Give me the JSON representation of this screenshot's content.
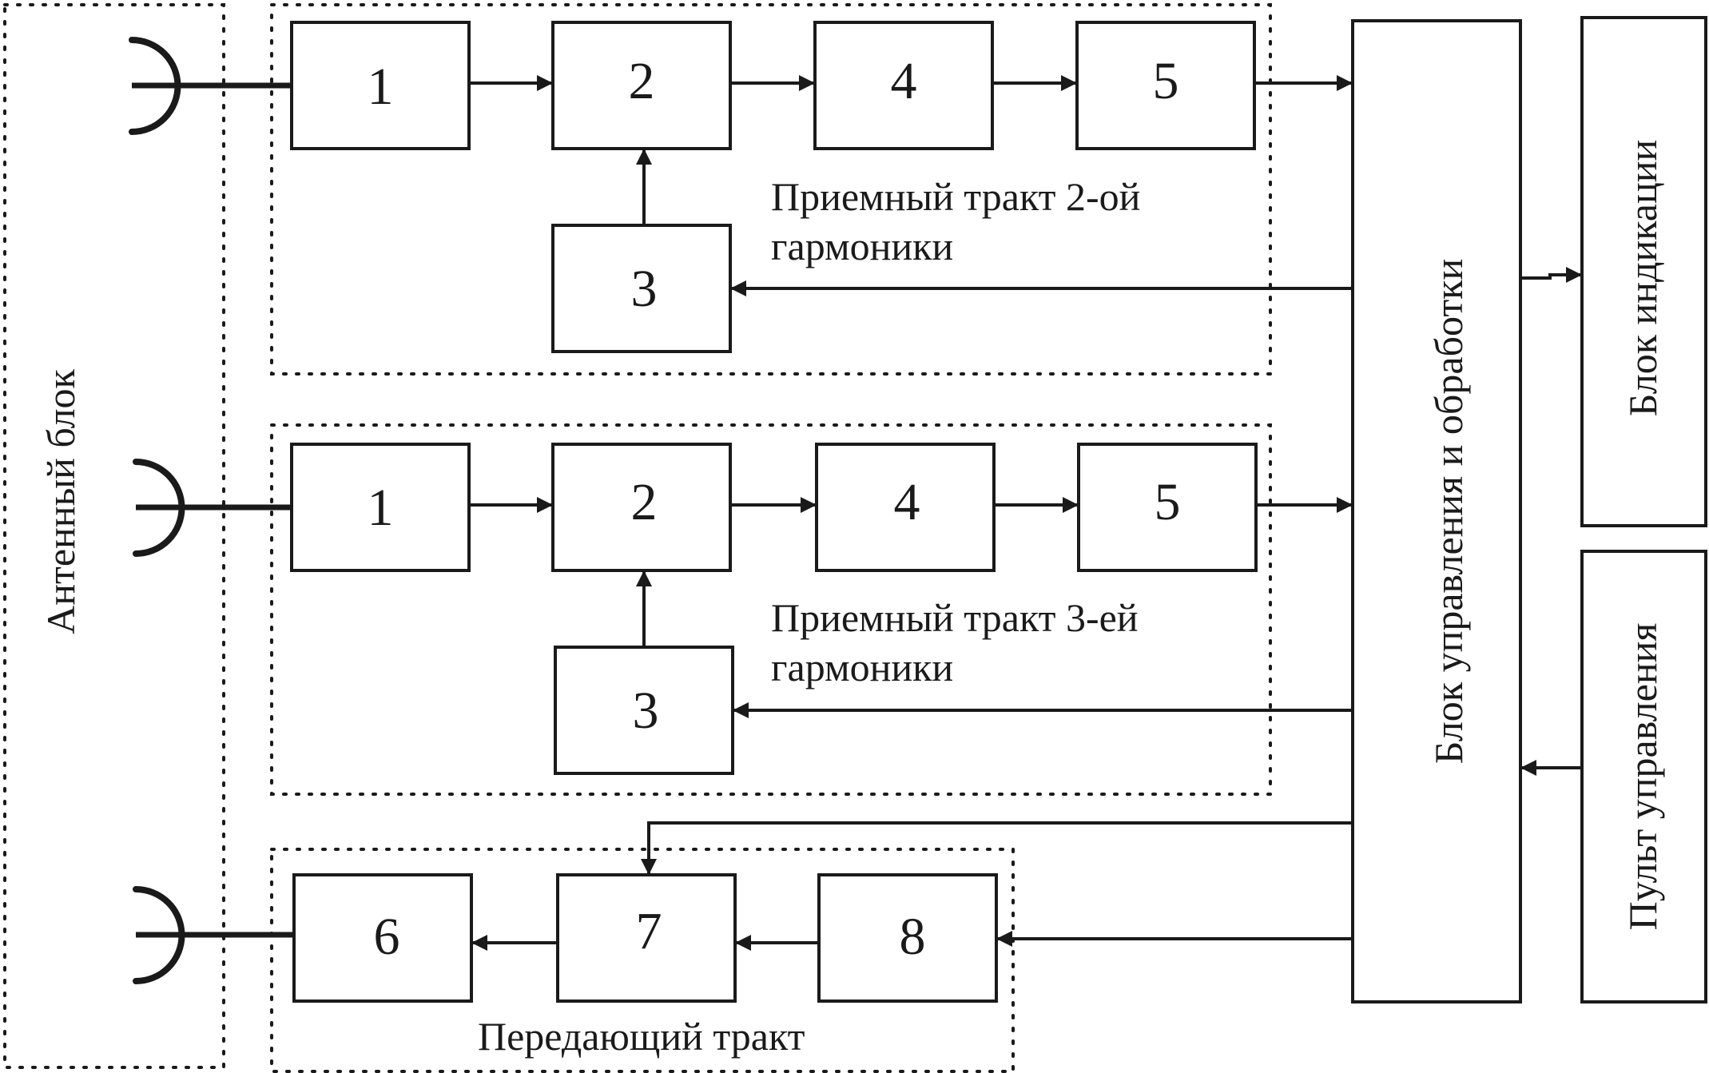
{
  "antenna_block": {
    "label": "Антенный блок"
  },
  "receive_2": {
    "label_line1": "Приемный тракт 2-ой",
    "label_line2": "гармоники",
    "blocks": [
      "1",
      "2",
      "4",
      "5",
      "3"
    ]
  },
  "receive_3": {
    "label_line1": "Приемный тракт 3-ей",
    "label_line2": "гармоники",
    "blocks": [
      "1",
      "2",
      "4",
      "5",
      "3"
    ]
  },
  "transmit": {
    "label": "Передающий тракт",
    "blocks": [
      "6",
      "7",
      "8"
    ]
  },
  "control_processing": {
    "label": "Блок управления и обработки"
  },
  "indication": {
    "label": "Блок индикации"
  },
  "control_panel": {
    "label": "Пульт управления"
  },
  "colors": {
    "ink": "#1a1a1a",
    "background": "#ffffff"
  }
}
